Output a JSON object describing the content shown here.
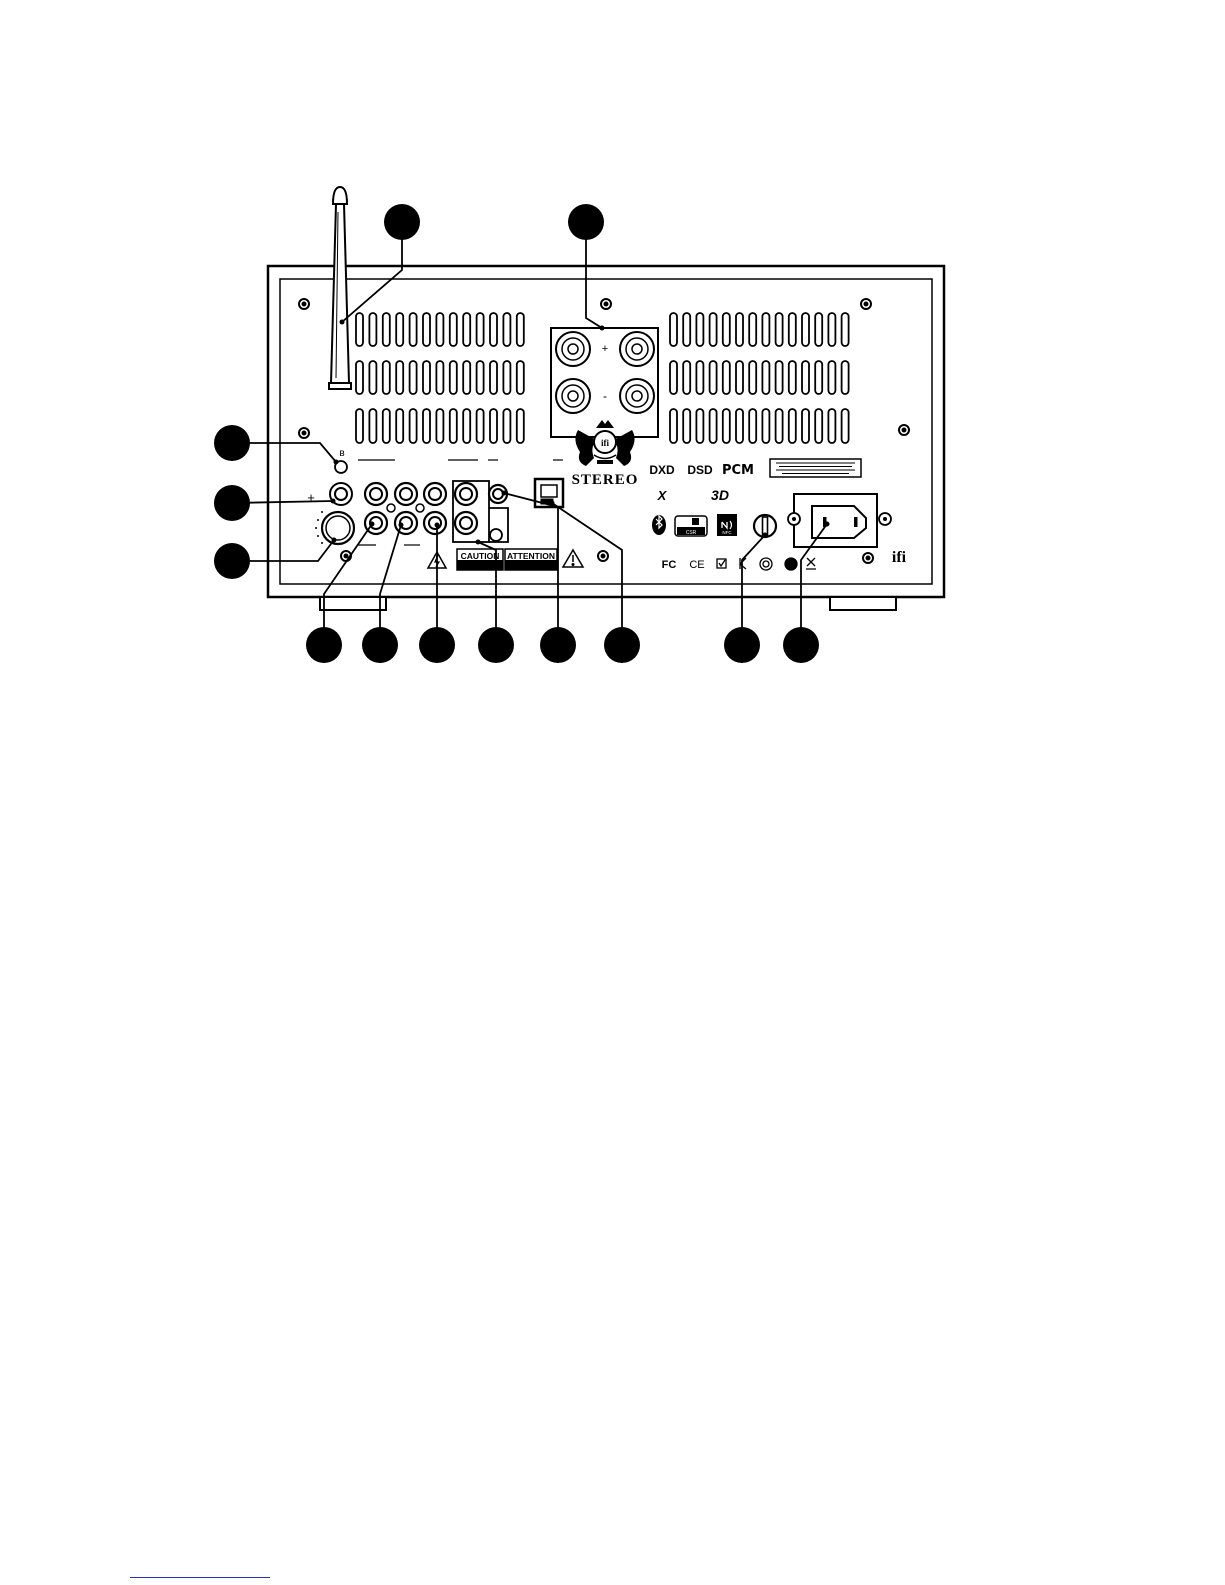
{
  "panel": {
    "logo_text": "STEREO",
    "brand_text": "ifi",
    "format_badges": [
      "DXD",
      "DSD",
      "PCM"
    ],
    "feature_badges": [
      "X",
      "3D"
    ],
    "nfc_text": "NFC",
    "csr_text": "CSR",
    "caution_text": "CAUTION",
    "attention_text": "ATTENTION",
    "bluetooth_mark": "ʙ",
    "plus_mark": "+",
    "minus_mark": "-",
    "cert_marks": [
      "FC",
      "CE"
    ]
  },
  "colors": {
    "ink": "#000000",
    "paper": "#ffffff",
    "footnote_rule": "#2233cc"
  }
}
